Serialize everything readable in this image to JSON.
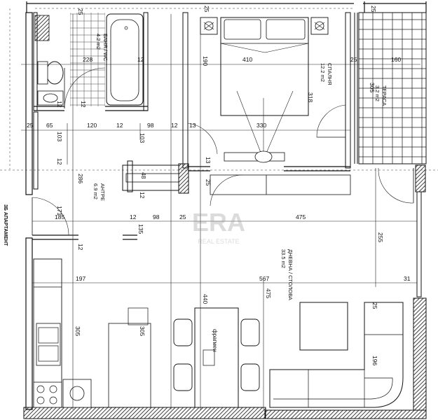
{
  "rooms": {
    "bath": {
      "name": "БАНЯ / WC",
      "area": "4.2 m2"
    },
    "bedroom": {
      "name": "СПАЛНЯ",
      "area": "12.2 m2"
    },
    "terrace": {
      "name": "ТЕРАСА",
      "area": "3.2 m2"
    },
    "hall": {
      "name": "АНТРЕ",
      "area": "6.9 m2"
    },
    "living": {
      "name": "ДНЕВНА / СТОЛОВА",
      "area": "33.5 m2"
    }
  },
  "side_label": "3Б АПАРТАМЕНТ",
  "fragment_label": "фрагмен",
  "watermark": {
    "brand": "ERA",
    "sub": "REAL ESTATE"
  },
  "dims": {
    "top_25a": "25",
    "top_25b": "25",
    "top_25c": "25",
    "bath_228": "228",
    "bath_12a": "12",
    "bath_12b": "12",
    "bed_190": "190",
    "bed_410": "410",
    "bed_318": "318",
    "bed_25": "25",
    "ter_160": "160",
    "ter_305": "305",
    "row_25": "25",
    "row_65": "65",
    "row_120": "120",
    "row_12a": "12",
    "row_98": "98",
    "row_12b": "12",
    "row_13": "13",
    "row_330": "330",
    "v_103a": "103",
    "v_103b": "103",
    "v_12a": "12",
    "v_13": "13",
    "v_12b": "12",
    "hall_286": "286",
    "hall_171": "171",
    "hall_48": "48",
    "hall_12": "12",
    "hall_25": "25",
    "row2_185": "185",
    "row2_12": "12",
    "row2_98": "98",
    "row2_25": "25",
    "row2_475": "475",
    "liv_135": "135",
    "liv_12": "12",
    "liv_255": "255",
    "k_197": "197",
    "k_567": "567",
    "k_31": "31",
    "k_440": "440",
    "k_475": "475",
    "k_305a": "305",
    "k_305b": "305",
    "sofa_25": "25",
    "sofa_196": "196"
  }
}
